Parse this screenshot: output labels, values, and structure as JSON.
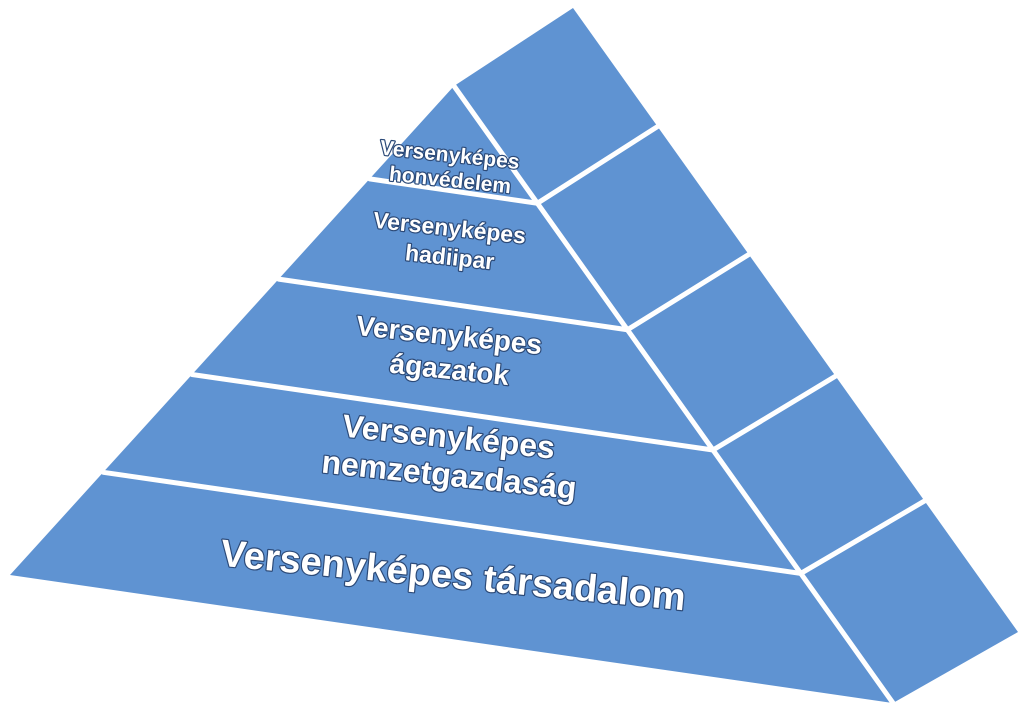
{
  "diagram": {
    "levels": [
      {
        "label_lines": [
          "Versenyképes",
          "honvédelem"
        ]
      },
      {
        "label_lines": [
          "Versenyképes",
          "hadiipar"
        ]
      },
      {
        "label_lines": [
          "Versenyképes",
          "ágazatok"
        ]
      },
      {
        "label_lines": [
          "Versenyképes",
          "nemzetgazdaság"
        ]
      },
      {
        "label_lines": [
          "Versenyképes társadalom"
        ]
      }
    ],
    "colors": {
      "face": "#5f93d2",
      "divider": "#ffffff",
      "label": "#ffffff",
      "label_outline": "#2c4a78"
    }
  }
}
